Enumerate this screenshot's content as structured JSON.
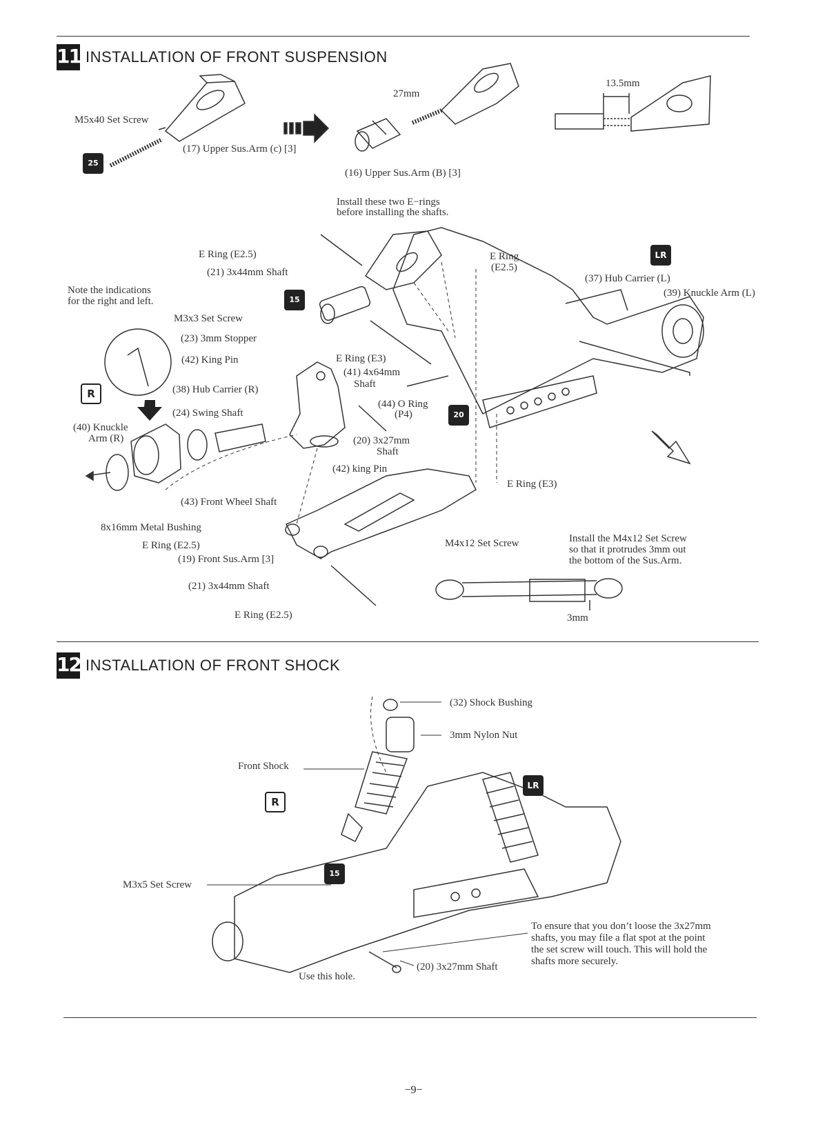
{
  "sections": [
    {
      "number": "11",
      "title": "INSTALLATION OF FRONT SUSPENSION"
    },
    {
      "number": "12",
      "title": "INSTALLATION OF FRONT SHOCK"
    }
  ],
  "s11": {
    "m5x40": "M5x40 Set Screw",
    "upper_c": "(17) Upper Sus.Arm (c) [3]",
    "dim27": "27mm",
    "upper_b": "(16) Upper Sus.Arm (B) [3]",
    "dim135": "13.5mm",
    "install_erings_1": "Install these two E−rings",
    "install_erings_2": "before installing the shafts.",
    "note_lr_1": "Note the indications",
    "note_lr_2": "for the right and left.",
    "ering_e25_top": "E Ring (E2.5)",
    "shaft_3x44_top": "(21) 3x44mm Shaft",
    "ering_right_1": "E Ring",
    "ering_right_2": "(E2.5)",
    "hub_carrier_l": "(37) Hub Carrier (L)",
    "knuckle_arm_l": "(39) Knuckle Arm (L)",
    "m3x3": "M3x3 Set Screw",
    "stopper": "(23) 3mm Stopper",
    "king_pin": "(42) King Pin",
    "ering_e3_mid": "E Ring (E3)",
    "shaft_4x64_1": "(41) 4x64mm",
    "shaft_4x64_2": "Shaft",
    "hub_carrier_r": "(38) Hub Carrier (R)",
    "oring_1": "(44) O Ring",
    "oring_2": "(P4)",
    "swing_shaft": "(24) Swing Shaft",
    "knuckle_r_1": "(40) Knuckle",
    "knuckle_r_2": "Arm (R)",
    "shaft_3x27_1": "(20) 3x27mm",
    "shaft_3x27_2": "Shaft",
    "king_pin_lower": "(42) king Pin",
    "ering_e3_right": "E Ring (E3)",
    "front_wheel_shaft": "(43) Front Wheel Shaft",
    "bushing": "8x16mm Metal Bushing",
    "ering_e25_left": "E Ring (E2.5)",
    "front_sus_arm": "(19) Front Sus.Arm [3]",
    "m4x12": "M4x12 Set Screw",
    "install_m4_1": "Install the M4x12 Set Screw",
    "install_m4_2": "so that it protrudes 3mm out",
    "install_m4_3": "the bottom of the Sus.Arm.",
    "shaft_3x44_bottom": "(21) 3x44mm Shaft",
    "ering_e25_bottom": "E Ring (E2.5)",
    "dim3": "3mm",
    "badge_lr": "LR",
    "badge_r": "R",
    "tool_25": "25",
    "tool_15": "15",
    "tool_20": "20"
  },
  "s12": {
    "shock_bushing": "(32) Shock Bushing",
    "nylon_nut": "3mm Nylon Nut",
    "front_shock": "Front Shock",
    "m3x5": "M3x5 Set Screw",
    "use_hole": "Use this hole.",
    "shaft_3x27": "(20) 3x27mm Shaft",
    "tip_1": "To ensure that you don’t loose the 3x27mm",
    "tip_2": "shafts, you may file a flat spot at the point",
    "tip_3": "the set screw will touch. This will hold the",
    "tip_4": "shafts more securely.",
    "badge_r": "R",
    "badge_lr": "LR",
    "tool_15": "15"
  },
  "page_number": "−9−"
}
